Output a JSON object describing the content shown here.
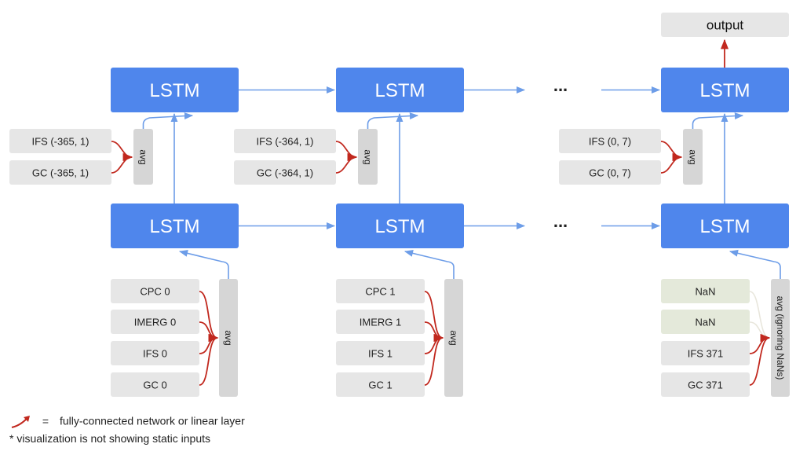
{
  "colors": {
    "lstm_fill": "#4f86ec",
    "input_fill": "#e6e6e6",
    "nan_fill": "#e4e9da",
    "avg_fill": "#d6d6d6",
    "blue_arrow": "#6d9de8",
    "red_arrow": "#c1281e",
    "nan_connector": "#e8e6dc"
  },
  "output": {
    "label": "output"
  },
  "lstm_label": "LSTM",
  "ellipsis": "...",
  "top_row": [
    {
      "inputs": [
        "IFS (-365, 1)",
        "GC (-365, 1)"
      ],
      "avg_label": "avg"
    },
    {
      "inputs": [
        "IFS (-364, 1)",
        "GC (-364, 1)"
      ],
      "avg_label": "avg"
    },
    {
      "inputs": [
        "IFS (0, 7)",
        "GC (0, 7)"
      ],
      "avg_label": "avg"
    }
  ],
  "bottom_row": [
    {
      "inputs": [
        {
          "label": "CPC 0",
          "nan": false
        },
        {
          "label": "IMERG 0",
          "nan": false
        },
        {
          "label": "IFS 0",
          "nan": false
        },
        {
          "label": "GC 0",
          "nan": false
        }
      ],
      "avg_label": "avg"
    },
    {
      "inputs": [
        {
          "label": "CPC 1",
          "nan": false
        },
        {
          "label": "IMERG 1",
          "nan": false
        },
        {
          "label": "IFS 1",
          "nan": false
        },
        {
          "label": "GC 1",
          "nan": false
        }
      ],
      "avg_label": "avg"
    },
    {
      "inputs": [
        {
          "label": "NaN",
          "nan": true
        },
        {
          "label": "NaN",
          "nan": true
        },
        {
          "label": "IFS 371",
          "nan": false
        },
        {
          "label": "GC 371",
          "nan": false
        }
      ],
      "avg_label": "avg (ignoring NaNs)"
    }
  ],
  "legend": {
    "symbol": "=",
    "text": "fully-connected network or linear layer",
    "note": "* visualization is not showing static inputs"
  }
}
